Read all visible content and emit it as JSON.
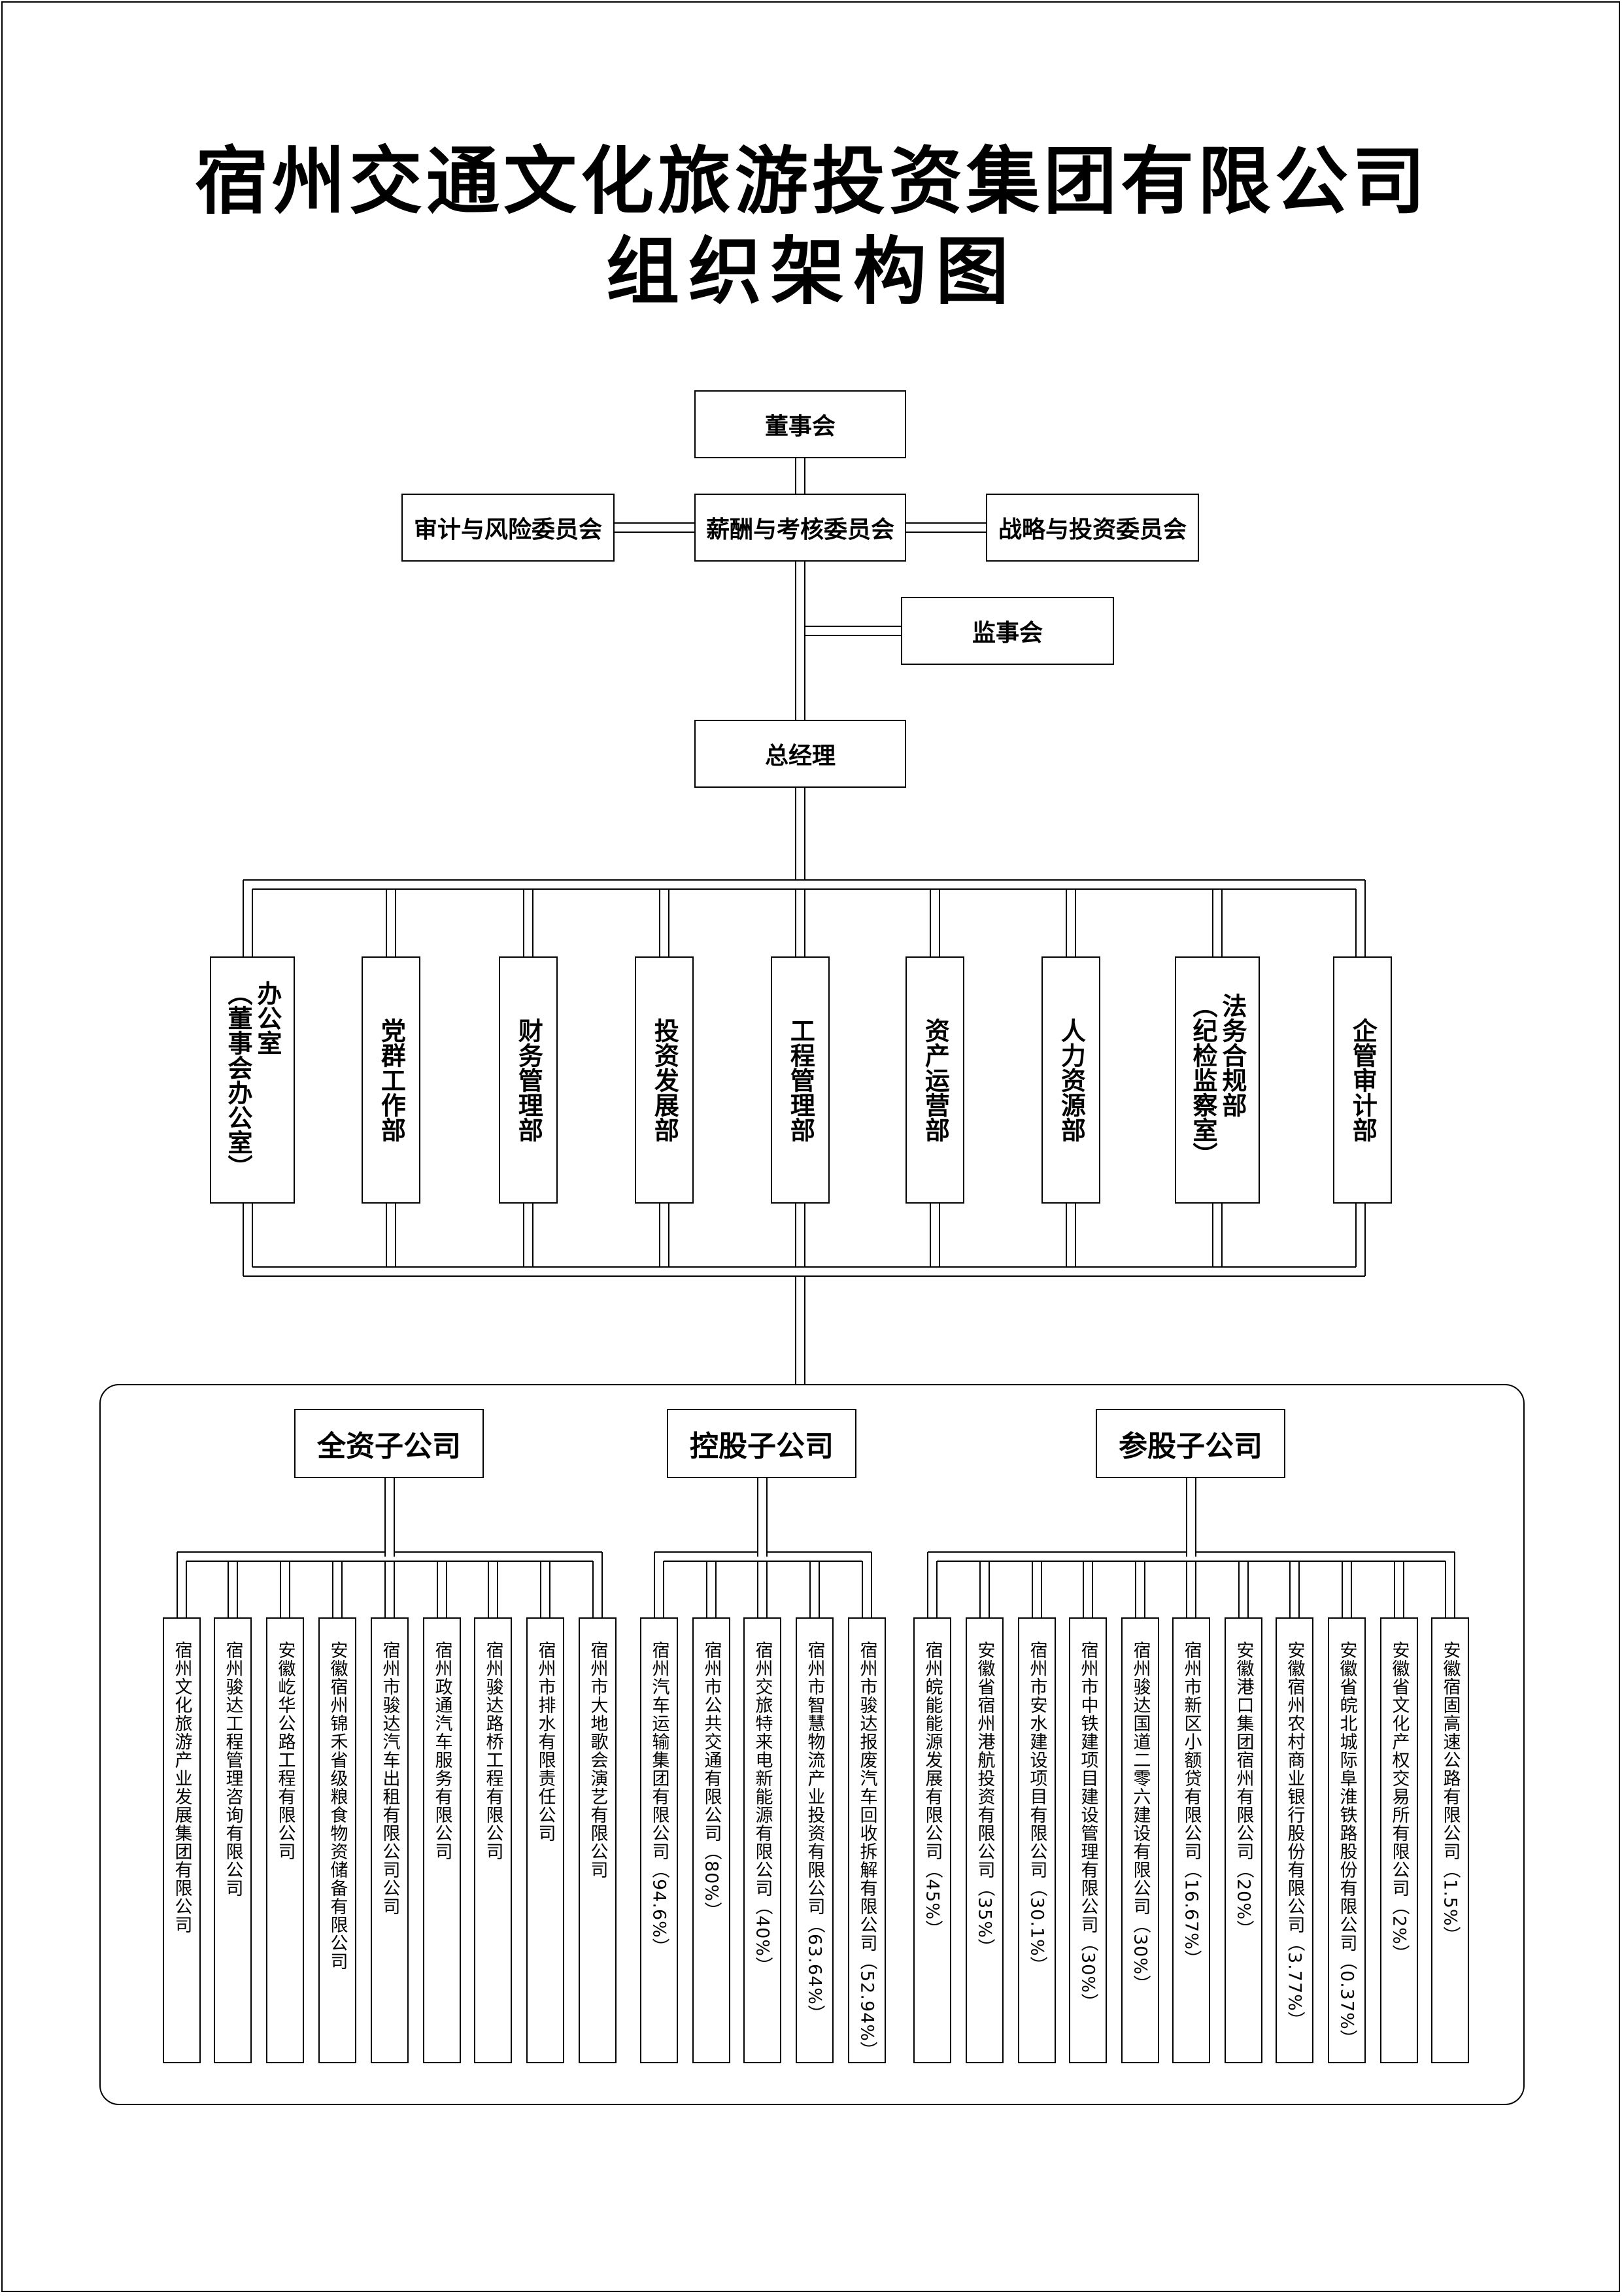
{
  "title": {
    "line1": "宿州交通文化旅游投资集团有限公司",
    "line2": "组织架构图"
  },
  "governance": {
    "board": "董事会",
    "audit_risk": "审计与风险委员会",
    "compensation": "薪酬与考核委员会",
    "strategy": "战略与投资委员会",
    "supervisory": "监事会",
    "gm": "总经理"
  },
  "departments": [
    {
      "text": "办公室\n（董事会办公室）"
    },
    {
      "text": "党群工作部"
    },
    {
      "text": "财务管理部"
    },
    {
      "text": "投资发展部"
    },
    {
      "text": "工程管理部"
    },
    {
      "text": "资产运营部"
    },
    {
      "text": "人力资源部"
    },
    {
      "text": "法务合规部\n（纪检监察室）"
    },
    {
      "text": "企管审计部"
    }
  ],
  "categories": {
    "wholly": "全资子公司",
    "holding": "控股子公司",
    "equity": "参股子公司"
  },
  "wholly_owned": [
    {
      "name": "宿州文化旅游产业发展集团有限公司"
    },
    {
      "name": "宿州骏达工程管理咨询有限公司"
    },
    {
      "name": "安徽屹华公路工程有限公司"
    },
    {
      "name": "安徽宿州锦禾省级粮食物资储备有限公司"
    },
    {
      "name": "宿州市骏达汽车出租有限公司公司"
    },
    {
      "name": "宿州政通汽车服务有限公司"
    },
    {
      "name": "宿州骏达路桥工程有限公司"
    },
    {
      "name": "宿州市排水有限责任公司"
    },
    {
      "name": "宿州市大地歌会演艺有限公司"
    }
  ],
  "holding": [
    {
      "name": "宿州汽车运输集团有限公司",
      "pct": "（94.6%）"
    },
    {
      "name": "宿州市公共交通有限公司",
      "pct": "（80%）"
    },
    {
      "name": "宿州交旅特来电新能源有限公司",
      "pct": "（40%）"
    },
    {
      "name": "宿州市智慧物流产业投资有限公司",
      "pct": "（63.64%）"
    },
    {
      "name": "宿州市骏达报废汽车回收拆解有限公司",
      "pct": "（52.94%）"
    }
  ],
  "equity": [
    {
      "name": "宿州皖能能源发展有限公司",
      "pct": "（45%）"
    },
    {
      "name": "安徽省宿州港航投资有限公司",
      "pct": "（35%）"
    },
    {
      "name": "宿州市安水建设项目有限公司",
      "pct": "（30.1%）"
    },
    {
      "name": "宿州市中铁建项目建设管理有限公司",
      "pct": "（30%）"
    },
    {
      "name": "宿州骏达国道二零六建设有限公司",
      "pct": "（30%）"
    },
    {
      "name": "宿州市新区小额贷有限公司",
      "pct": "（16.67%）"
    },
    {
      "name": "安徽港口集团宿州有限公司",
      "pct": "（20%）"
    },
    {
      "name": "安徽宿州农村商业银行股份有限公司",
      "pct": "（3.77%）"
    },
    {
      "name": "安徽省皖北城际阜淮铁路股份有限公司",
      "pct": "（0.37%）"
    },
    {
      "name": "安徽省文化产权交易所有限公司",
      "pct": "（2%）"
    },
    {
      "name": "安徽宿固高速公路有限公司",
      "pct": "（1.5%）"
    }
  ]
}
